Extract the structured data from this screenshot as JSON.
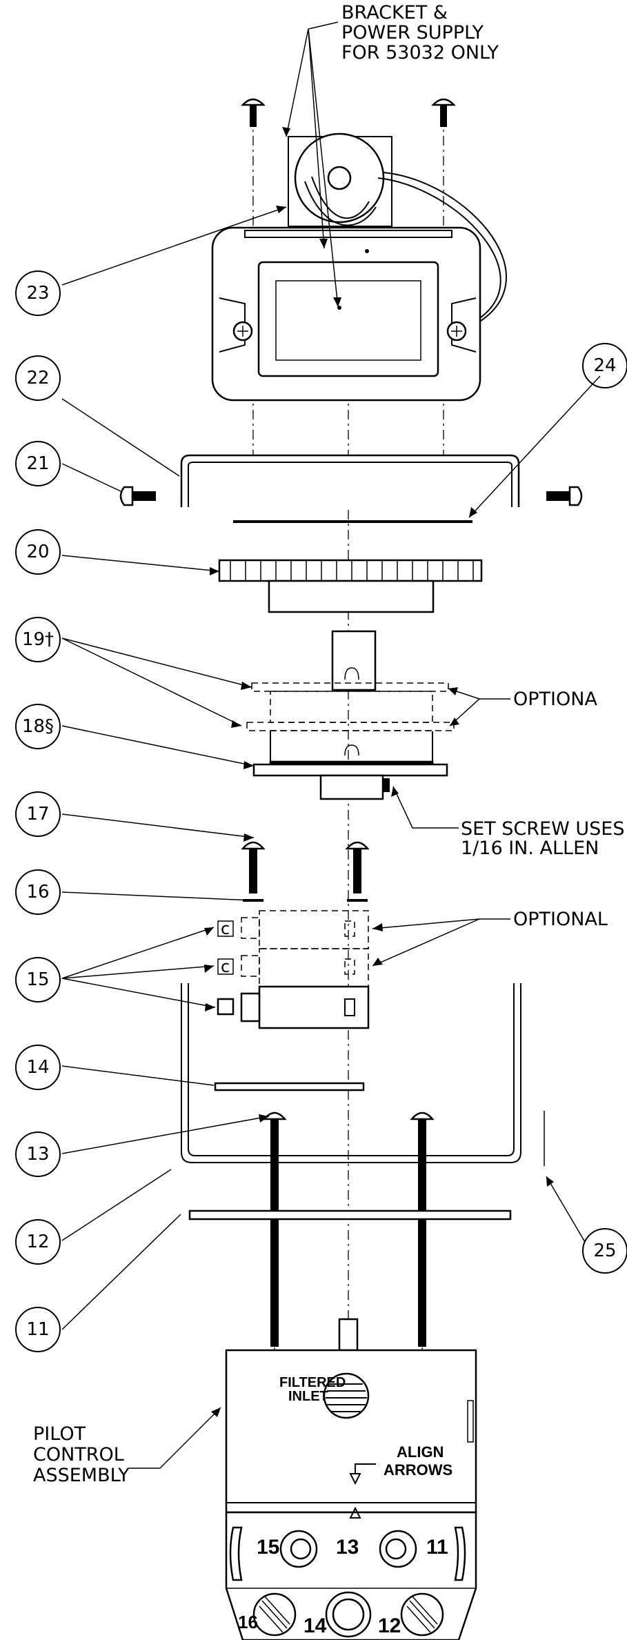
{
  "callouts": [
    {
      "id": "c23",
      "number": "23"
    },
    {
      "id": "c24",
      "number": "24"
    },
    {
      "id": "c22",
      "number": "22"
    },
    {
      "id": "c21",
      "number": "21"
    },
    {
      "id": "c20",
      "number": "20"
    },
    {
      "id": "c19",
      "number": "19†"
    },
    {
      "id": "c18",
      "number": "18§"
    },
    {
      "id": "c17",
      "number": "17"
    },
    {
      "id": "c16",
      "number": "16"
    },
    {
      "id": "c15",
      "number": "15"
    },
    {
      "id": "c14",
      "number": "14"
    },
    {
      "id": "c13",
      "number": "13"
    },
    {
      "id": "c12",
      "number": "12"
    },
    {
      "id": "c25",
      "number": "25"
    },
    {
      "id": "c11",
      "number": "11"
    }
  ],
  "notes": {
    "bracket": [
      "BRACKET &",
      "POWER SUPPLY",
      "FOR 53032 ONLY"
    ],
    "optional_upper": "OPTIONA",
    "set_screw": [
      "SET SCREW USES",
      "1/16 IN. ALLEN"
    ],
    "optional_lower": "OPTIONAL",
    "pilot": [
      "PILOT",
      "CONTROL",
      "ASSEMBLY"
    ]
  },
  "body_markings": {
    "filtered_inlet": [
      "FILTERED",
      "INLET"
    ],
    "align_arrows": [
      "ALIGN",
      "ARROWS"
    ],
    "terminal_c": "c",
    "ports_upper": [
      "15",
      "13",
      "11"
    ],
    "ports_lower": [
      "16",
      "14",
      "12"
    ]
  },
  "colors": {
    "line": "#000000",
    "background": "#ffffff"
  }
}
